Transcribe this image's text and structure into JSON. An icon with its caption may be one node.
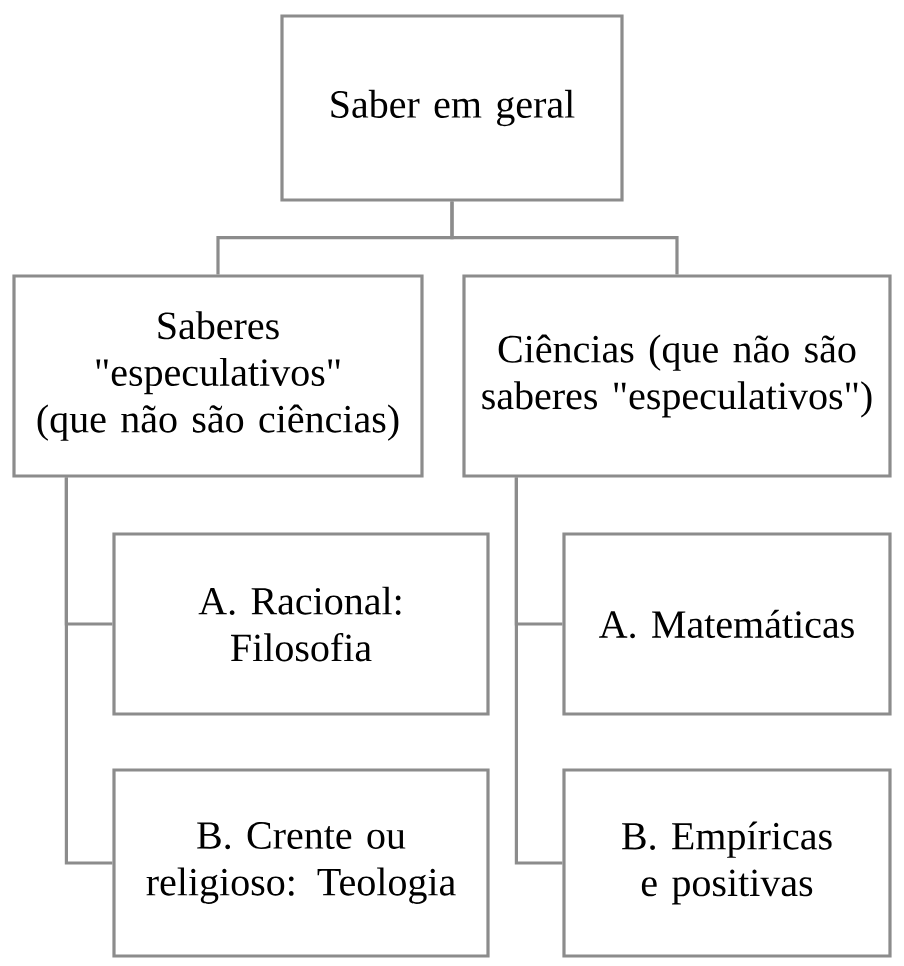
{
  "diagram": {
    "nodes": [
      {
        "text": [
          "Saber em geral"
        ]
      },
      {
        "text": [
          "Saberes \"especulativos\" (que não são ciências)"
        ]
      },
      {
        "text": [
          "Ciências (que não são saberes \"especulativos\")"
        ]
      },
      {
        "text": [
          "A. Racional: Filosofia"
        ]
      },
      {
        "text": [
          "B. Crente ou religioso: Teologia"
        ]
      },
      {
        "text": [
          "A. Matemáticas"
        ]
      },
      {
        "text": [
          "B. Empíricas e positivas"
        ]
      }
    ],
    "edges": [
      {
        "from": 0,
        "to": 1,
        "arrow": "none"
      },
      {
        "from": 0,
        "to": 2,
        "arrow": "none"
      },
      {
        "from": 1,
        "to": 3,
        "arrow": "none"
      },
      {
        "from": 1,
        "to": 4,
        "arrow": "none"
      },
      {
        "from": 2,
        "to": 5,
        "arrow": "none"
      },
      {
        "from": 2,
        "to": 6,
        "arrow": "none"
      }
    ]
  }
}
